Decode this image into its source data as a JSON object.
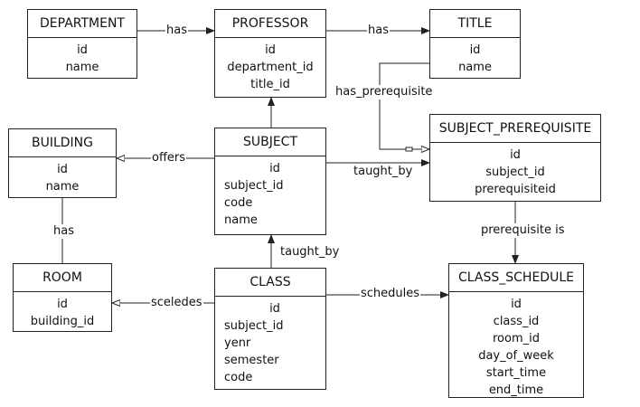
{
  "entities": {
    "department": {
      "name": "DEPARTMENT",
      "attributes": [
        "id",
        "name"
      ]
    },
    "professor": {
      "name": "PROFESSOR",
      "attributes": [
        "id",
        "department_id",
        "title_id"
      ]
    },
    "title": {
      "name": "TITLE",
      "attributes": [
        "id",
        "name"
      ]
    },
    "building": {
      "name": "BUILDING",
      "attributes": [
        "id",
        "name"
      ]
    },
    "subject": {
      "name": "SUBJECT",
      "attributes": [
        "id",
        "subject_id",
        "code",
        "name"
      ]
    },
    "subject_prerequisite": {
      "name": "SUBJECT_PREREQUISITE",
      "attributes": [
        "id",
        "subject_id",
        "prerequisiteid"
      ]
    },
    "room": {
      "name": "ROOM",
      "attributes": [
        "id",
        "building_id"
      ]
    },
    "class": {
      "name": "CLASS",
      "attributes": [
        "id",
        "subject_id",
        "yenr",
        "semester",
        "code"
      ]
    },
    "class_schedule": {
      "name": "CLASS_SCHEDULE",
      "attributes": [
        "id",
        "class_id",
        "room_id",
        "day_of_week",
        "start_time",
        "end_time"
      ]
    }
  },
  "relationships": {
    "dept_prof": "has",
    "prof_title": "has",
    "has_prerequisite": "has_prerequisite",
    "offers": "offers",
    "taught_by_prereq": "taught_by",
    "building_room": "has",
    "class_subject": "taught_by",
    "prereq_schedule": "prerequisite is",
    "class_room": "sceledes",
    "schedules": "schedules"
  }
}
